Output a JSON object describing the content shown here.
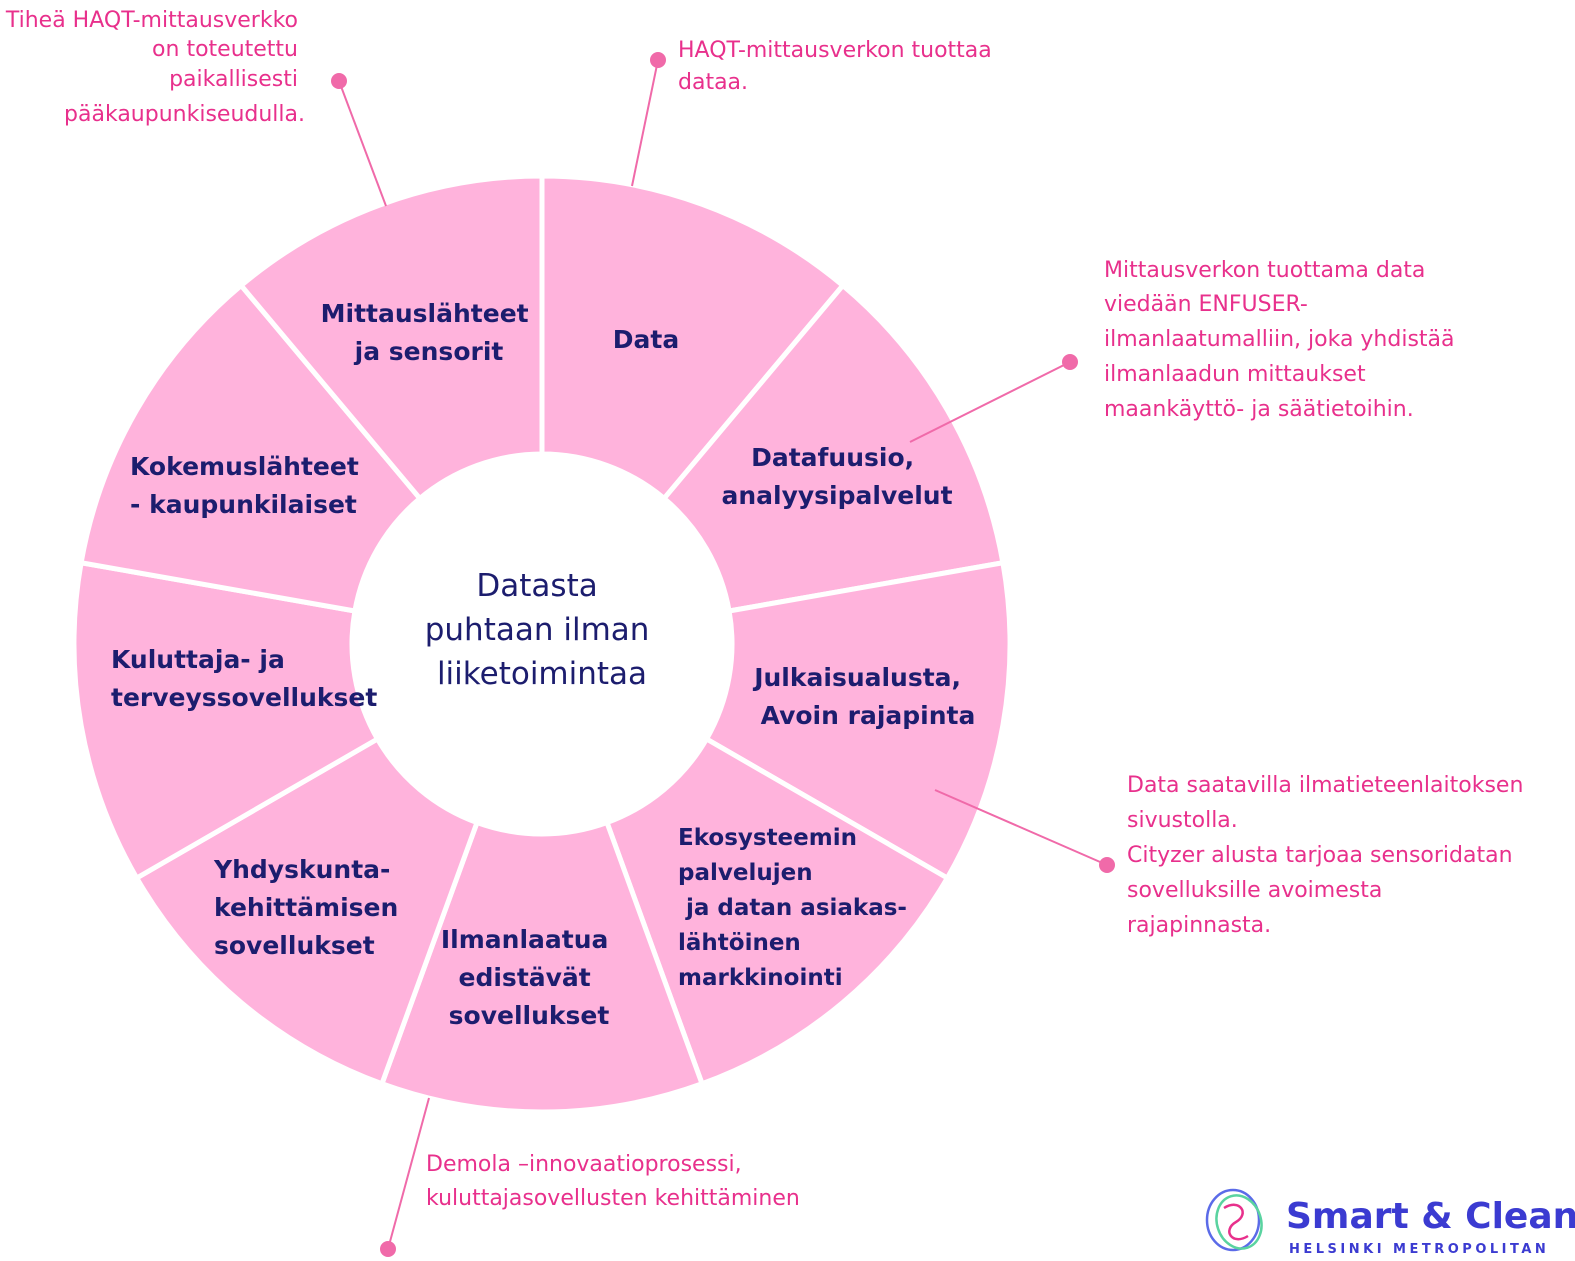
{
  "center": {
    "lines": [
      "Datasta",
      "puhtaan ilman",
      "liiketoimintaa"
    ]
  },
  "segments": [
    {
      "lines": [
        "Data"
      ]
    },
    {
      "lines": [
        "Datafuusio,",
        "analyysipalvelut"
      ]
    },
    {
      "lines": [
        "Julkaisualusta,",
        "Avoin rajapinta"
      ]
    },
    {
      "lines": [
        "Ekosysteemin",
        "palvelujen",
        " ja datan asiakas-",
        "lähtöinen",
        "markkinointi"
      ]
    },
    {
      "lines": [
        "Ilmanlaatua",
        "edistävät",
        "sovellukset"
      ]
    },
    {
      "lines": [
        "Yhdyskunta-",
        "kehittämisen",
        "sovellukset"
      ]
    },
    {
      "lines": [
        "Kuluttaja- ja",
        "terveyssovellukset"
      ]
    },
    {
      "lines": [
        "Kokemuslähteet",
        "- kaupunkilaiset"
      ]
    },
    {
      "lines": [
        "Mittauslähteet",
        "ja sensorit"
      ]
    }
  ],
  "callouts": [
    {
      "lines": [
        "Tiheä HAQT-mittausverkko",
        "on toteutettu",
        "paikallisesti",
        "pääkaupunkiseudulla."
      ]
    },
    {
      "lines": [
        "HAQT-mittausverkon tuottaa",
        "dataa."
      ]
    },
    {
      "lines": [
        "Mittausverkon tuottama data",
        "viedään ENFUSER-",
        "ilmanlaatumalliin, joka yhdistää",
        "ilmanlaadun mittaukset",
        "maankäyttö- ja säätietoihin."
      ]
    },
    {
      "lines": [
        "Data saatavilla ilmatieteenlaitoksen",
        "sivustolla.",
        "Cityzer alusta tarjoaa sensoridatan",
        "sovelluksille avoimesta",
        "rajapinnasta."
      ]
    },
    {
      "lines": [
        "Demola –innovaatioprosessi,",
        "kuluttajasovellusten kehittäminen"
      ]
    }
  ],
  "logo": {
    "title": "Smart & Clean",
    "subtitle": "HELSINKI METROPOLITAN"
  },
  "colors": {
    "segment_fill": "#ffb3dc",
    "label_text": "#1c1d6e",
    "callout_text": "#e8308c",
    "leader_line": "#f06aa9",
    "logo": "#3b3bd1"
  }
}
